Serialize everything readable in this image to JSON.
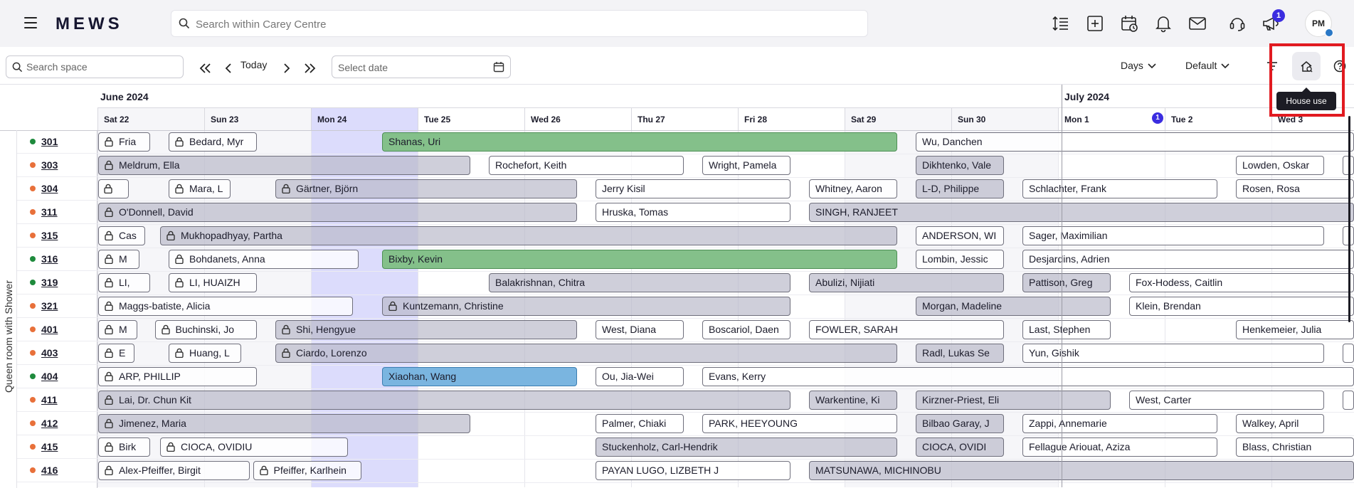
{
  "topbar": {
    "logo": "MEWS",
    "search_placeholder": "Search within Carey Centre",
    "notification_count": "1",
    "avatar_initials": "PM"
  },
  "toolbar": {
    "space_search_placeholder": "Search space",
    "today_label": "Today",
    "date_placeholder": "Select date",
    "view_label": "Days",
    "layout_label": "Default",
    "house_use_tooltip": "House use"
  },
  "timeline": {
    "months": [
      "June 2024",
      "July 2024"
    ],
    "days": [
      "Sat 22",
      "Sun 23",
      "Mon 24",
      "Tue 25",
      "Wed 26",
      "Thu 27",
      "Fri 28",
      "Sat 29",
      "Sun 30",
      "Mon 1",
      "Tue 2",
      "Wed 3"
    ],
    "conflict_count": "1",
    "room_type": "Queen room with Shower"
  },
  "colors": {
    "accent": "#3b2de0",
    "status_clean": "#1e8a3c",
    "status_dirty": "#e8703a",
    "highlight": "#e11a20"
  },
  "rooms": [
    {
      "number": "301",
      "status": "clean"
    },
    {
      "number": "303",
      "status": "dirty"
    },
    {
      "number": "304",
      "status": "dirty"
    },
    {
      "number": "311",
      "status": "dirty"
    },
    {
      "number": "315",
      "status": "dirty"
    },
    {
      "number": "316",
      "status": "clean"
    },
    {
      "number": "319",
      "status": "clean"
    },
    {
      "number": "321",
      "status": "dirty"
    },
    {
      "number": "401",
      "status": "dirty"
    },
    {
      "number": "403",
      "status": "dirty"
    },
    {
      "number": "404",
      "status": "clean"
    },
    {
      "number": "411",
      "status": "dirty"
    },
    {
      "number": "412",
      "status": "dirty"
    },
    {
      "number": "415",
      "status": "dirty"
    },
    {
      "number": "416",
      "status": "dirty"
    }
  ],
  "reservations": [
    [
      {
        "name": "Fria",
        "start": 0,
        "end": 0.5,
        "style": "light",
        "locked": true
      },
      {
        "name": "Bedard, Myr",
        "start": 0.66,
        "end": 1.5,
        "style": "light",
        "locked": true
      },
      {
        "name": "Shanas, Uri",
        "start": 2.66,
        "end": 7.5,
        "style": "green",
        "locked": false
      },
      {
        "name": "Wu, Danchen",
        "start": 7.66,
        "end": 12,
        "style": "light",
        "locked": false
      }
    ],
    [
      {
        "name": "Meldrum, Ella",
        "start": 0,
        "end": 3.5,
        "style": "grey",
        "locked": true
      },
      {
        "name": "Rochefort, Keith",
        "start": 3.66,
        "end": 5.5,
        "style": "light",
        "locked": false
      },
      {
        "name": "Wright, Pamela",
        "start": 5.66,
        "end": 6.5,
        "style": "light",
        "locked": false
      },
      {
        "name": "Dikhtenko, Vale",
        "start": 7.66,
        "end": 8.5,
        "style": "grey",
        "locked": false
      },
      {
        "name": "Lowden, Oskar",
        "start": 10.66,
        "end": 11.5,
        "style": "light",
        "locked": false
      },
      {
        "name": "",
        "start": 11.66,
        "end": 12,
        "style": "light",
        "locked": false
      }
    ],
    [
      {
        "name": "",
        "start": 0,
        "end": 0.3,
        "style": "light",
        "locked": true
      },
      {
        "name": "Mara, L",
        "start": 0.66,
        "end": 1.25,
        "style": "light",
        "locked": true
      },
      {
        "name": "Gärtner, Björn",
        "start": 1.66,
        "end": 4.5,
        "style": "grey",
        "locked": true
      },
      {
        "name": "Jerry Kisil",
        "start": 4.66,
        "end": 6.5,
        "style": "light",
        "locked": false
      },
      {
        "name": "Whitney, Aaron",
        "start": 6.66,
        "end": 7.5,
        "style": "light",
        "locked": false
      },
      {
        "name": "L-D, Philippe",
        "start": 7.66,
        "end": 8.5,
        "style": "grey",
        "locked": false
      },
      {
        "name": "Schlachter, Frank",
        "start": 8.66,
        "end": 10.5,
        "style": "light",
        "locked": false
      },
      {
        "name": "Rosen, Rosa",
        "start": 10.66,
        "end": 12,
        "style": "light",
        "locked": false
      }
    ],
    [
      {
        "name": "O'Donnell, David",
        "start": 0,
        "end": 4.5,
        "style": "grey",
        "locked": true
      },
      {
        "name": "Hruska, Tomas",
        "start": 4.66,
        "end": 6.5,
        "style": "light",
        "locked": false
      },
      {
        "name": "SINGH, RANJEET",
        "start": 6.66,
        "end": 12,
        "style": "grey",
        "locked": false
      }
    ],
    [
      {
        "name": "Cas",
        "start": 0,
        "end": 0.45,
        "style": "light",
        "locked": true
      },
      {
        "name": "Mukhopadhyay, Partha",
        "start": 0.58,
        "end": 7.5,
        "style": "grey",
        "locked": true
      },
      {
        "name": "ANDERSON, WI",
        "start": 7.66,
        "end": 8.5,
        "style": "light",
        "locked": false
      },
      {
        "name": "Sager, Maximilian",
        "start": 8.66,
        "end": 11.5,
        "style": "light",
        "locked": false
      },
      {
        "name": "",
        "start": 11.66,
        "end": 12,
        "style": "light",
        "locked": false
      }
    ],
    [
      {
        "name": "M",
        "start": 0,
        "end": 0.4,
        "style": "light",
        "locked": true
      },
      {
        "name": "Bohdanets, Anna",
        "start": 0.66,
        "end": 2.45,
        "style": "light",
        "locked": true
      },
      {
        "name": "Bixby, Kevin",
        "start": 2.66,
        "end": 7.5,
        "style": "green",
        "locked": false
      },
      {
        "name": "Lombin, Jessic",
        "start": 7.66,
        "end": 8.5,
        "style": "light",
        "locked": false
      },
      {
        "name": "Desjardins, Adrien",
        "start": 8.66,
        "end": 12,
        "style": "light",
        "locked": false
      }
    ],
    [
      {
        "name": "LI,",
        "start": 0,
        "end": 0.5,
        "style": "light",
        "locked": true
      },
      {
        "name": "LI, HUAIZH",
        "start": 0.66,
        "end": 1.5,
        "style": "light",
        "locked": true
      },
      {
        "name": "Balakrishnan, Chitra",
        "start": 3.66,
        "end": 6.5,
        "style": "grey",
        "locked": false
      },
      {
        "name": "Abulizi, Nijiati",
        "start": 6.66,
        "end": 8.5,
        "style": "grey",
        "locked": false
      },
      {
        "name": "Pattison, Greg",
        "start": 8.66,
        "end": 9.5,
        "style": "grey",
        "locked": false
      },
      {
        "name": "Fox-Hodess, Caitlin",
        "start": 9.66,
        "end": 12,
        "style": "light",
        "locked": false
      }
    ],
    [
      {
        "name": "Maggs-batiste, Alicia",
        "start": 0,
        "end": 2.4,
        "style": "light",
        "locked": true
      },
      {
        "name": "Kuntzemann, Christine",
        "start": 2.66,
        "end": 6.5,
        "style": "grey",
        "locked": true
      },
      {
        "name": "Morgan, Madeline",
        "start": 7.66,
        "end": 9.5,
        "style": "grey",
        "locked": false
      },
      {
        "name": "Klein, Brendan",
        "start": 9.66,
        "end": 12,
        "style": "light",
        "locked": false
      }
    ],
    [
      {
        "name": "M",
        "start": 0,
        "end": 0.38,
        "style": "light",
        "locked": true
      },
      {
        "name": "Buchinski, Jo",
        "start": 0.53,
        "end": 1.5,
        "style": "light",
        "locked": true
      },
      {
        "name": "Shi, Hengyue",
        "start": 1.66,
        "end": 4.5,
        "style": "grey",
        "locked": true
      },
      {
        "name": "West, Diana",
        "start": 4.66,
        "end": 5.5,
        "style": "light",
        "locked": false
      },
      {
        "name": "Boscariol, Daen",
        "start": 5.66,
        "end": 6.5,
        "style": "light",
        "locked": false
      },
      {
        "name": "FOWLER, SARAH",
        "start": 6.66,
        "end": 8.5,
        "style": "light",
        "locked": false
      },
      {
        "name": "Last, Stephen",
        "start": 8.66,
        "end": 9.5,
        "style": "light",
        "locked": false
      },
      {
        "name": "Henkemeier, Julia",
        "start": 10.66,
        "end": 12,
        "style": "light",
        "locked": false
      }
    ],
    [
      {
        "name": "E",
        "start": 0,
        "end": 0.35,
        "style": "light",
        "locked": true
      },
      {
        "name": "Huang, L",
        "start": 0.66,
        "end": 1.35,
        "style": "light",
        "locked": true
      },
      {
        "name": "Ciardo, Lorenzo",
        "start": 1.66,
        "end": 7.5,
        "style": "grey",
        "locked": true
      },
      {
        "name": "Radl, Lukas Se",
        "start": 7.66,
        "end": 8.5,
        "style": "grey",
        "locked": false
      },
      {
        "name": "Yun, Gishik",
        "start": 8.66,
        "end": 11.5,
        "style": "light",
        "locked": false
      },
      {
        "name": "",
        "start": 11.66,
        "end": 12,
        "style": "light",
        "locked": false
      }
    ],
    [
      {
        "name": "ARP, PHILLIP",
        "start": 0,
        "end": 1.5,
        "style": "light",
        "locked": true
      },
      {
        "name": "Xiaohan, Wang",
        "start": 2.66,
        "end": 4.5,
        "style": "blue",
        "locked": false
      },
      {
        "name": "Ou, Jia-Wei",
        "start": 4.66,
        "end": 5.5,
        "style": "light",
        "locked": false
      },
      {
        "name": "Evans, Kerry",
        "start": 5.66,
        "end": 12,
        "style": "light",
        "locked": false
      }
    ],
    [
      {
        "name": "Lai, Dr. Chun Kit",
        "start": 0,
        "end": 6.5,
        "style": "grey",
        "locked": true
      },
      {
        "name": "Warkentine, Ki",
        "start": 6.66,
        "end": 7.5,
        "style": "grey",
        "locked": false
      },
      {
        "name": "Kirzner-Priest, Eli",
        "start": 7.66,
        "end": 9.5,
        "style": "grey",
        "locked": false
      },
      {
        "name": "West, Carter",
        "start": 9.66,
        "end": 11.5,
        "style": "light",
        "locked": false
      },
      {
        "name": "",
        "start": 11.66,
        "end": 12,
        "style": "light",
        "locked": false
      }
    ],
    [
      {
        "name": "Jimenez, Maria",
        "start": 0,
        "end": 3.5,
        "style": "grey",
        "locked": true
      },
      {
        "name": "Palmer, Chiaki",
        "start": 4.66,
        "end": 5.5,
        "style": "light",
        "locked": false
      },
      {
        "name": "PARK, HEEYOUNG",
        "start": 5.66,
        "end": 7.5,
        "style": "light",
        "locked": false
      },
      {
        "name": "Bilbao Garay, J",
        "start": 7.66,
        "end": 8.5,
        "style": "grey",
        "locked": false
      },
      {
        "name": "Zappi, Annemarie",
        "start": 8.66,
        "end": 10.5,
        "style": "light",
        "locked": false
      },
      {
        "name": "Walkey, April",
        "start": 10.66,
        "end": 11.5,
        "style": "light",
        "locked": false
      }
    ],
    [
      {
        "name": "Birk",
        "start": 0,
        "end": 0.5,
        "style": "light",
        "locked": true
      },
      {
        "name": "CIOCA, OVIDIU",
        "start": 0.58,
        "end": 2.35,
        "style": "light",
        "locked": true
      },
      {
        "name": "Stuckenholz, Carl-Hendrik",
        "start": 4.66,
        "end": 7.5,
        "style": "grey",
        "locked": false
      },
      {
        "name": "CIOCA, OVIDI",
        "start": 7.66,
        "end": 8.5,
        "style": "grey",
        "locked": false
      },
      {
        "name": "Fellague Ariouat, Aziza",
        "start": 8.66,
        "end": 10.5,
        "style": "light",
        "locked": false
      },
      {
        "name": "Blass, Christian",
        "start": 10.66,
        "end": 12,
        "style": "light",
        "locked": false
      }
    ],
    [
      {
        "name": "Alex-Pfeiffer, Birgit",
        "start": 0,
        "end": 1.43,
        "style": "light",
        "locked": true
      },
      {
        "name": "Pfeiffer, Karlhein",
        "start": 1.45,
        "end": 2.48,
        "style": "light",
        "locked": true
      },
      {
        "name": "PAYAN LUGO, LIZBETH J",
        "start": 4.66,
        "end": 6.5,
        "style": "light",
        "locked": false
      },
      {
        "name": "MATSUNAWA, MICHINOBU",
        "start": 6.66,
        "end": 12,
        "style": "grey",
        "locked": false
      }
    ]
  ]
}
